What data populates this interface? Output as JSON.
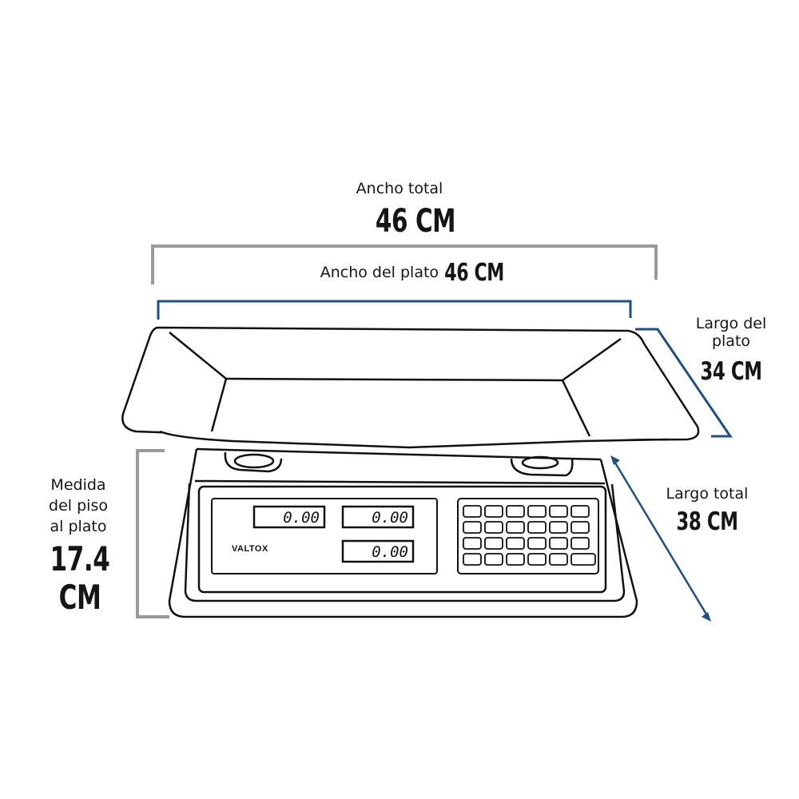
{
  "dimensions": {
    "total_width": {
      "label": "Ancho total",
      "value": "46 CM"
    },
    "plate_width": {
      "label": "Ancho del plato",
      "value": "46 CM"
    },
    "plate_length": {
      "label_line1": "Largo del",
      "label_line2": "plato",
      "value": "34 CM"
    },
    "total_length": {
      "label": "Largo total",
      "value": "38 CM"
    },
    "floor_to_plate": {
      "label_line1": "Medida",
      "label_line2": "del piso",
      "label_line3": "al plato",
      "value": "17.4 CM"
    }
  },
  "scale": {
    "brand": "VALTOX",
    "displays": [
      "0.00",
      "0.00",
      "0.00"
    ]
  },
  "colors": {
    "gray_bracket": "#9a9a9a",
    "blue_bracket": "#1e4f86",
    "outline": "#111111"
  }
}
